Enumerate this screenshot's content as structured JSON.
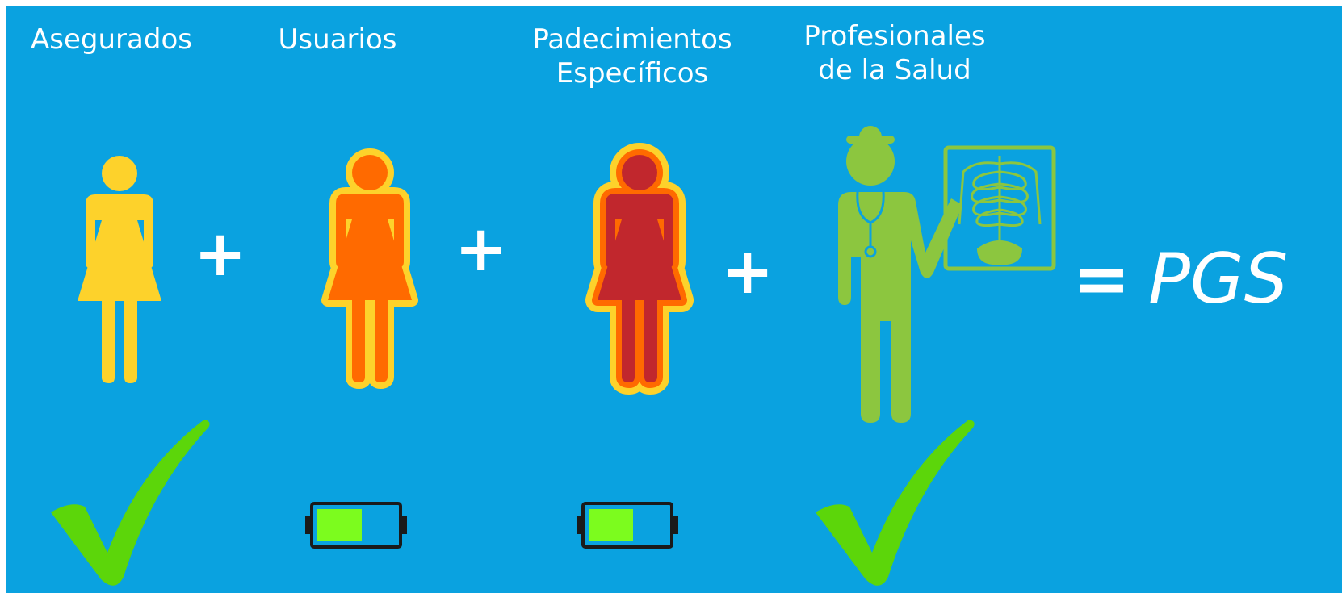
{
  "columns": [
    {
      "label_line1": "Asegurados",
      "label_line2": "",
      "status": "check"
    },
    {
      "label_line1": "Usuarios",
      "label_line2": "",
      "status": "battery-half"
    },
    {
      "label_line1": "Padecimientos",
      "label_line2": "Específicos",
      "status": "battery-half"
    },
    {
      "label_line1": "Profesionales",
      "label_line2": "de la Salud",
      "status": "check"
    }
  ],
  "operators": {
    "plus": "+",
    "equals": "="
  },
  "result": "PGS",
  "colors": {
    "background": "#0aa2e0",
    "yellow": "#fdd22b",
    "orange": "#ff6a00",
    "crimson": "#c1272d",
    "green_figure": "#8cc63f",
    "check_green": "#5cd60a",
    "battery_fill": "#7cfc1e",
    "battery_outline": "#1a1a1a",
    "text": "#ffffff"
  },
  "icons": [
    "woman-yellow-icon",
    "woman-orange-icon",
    "woman-crimson-icon",
    "doctor-xray-icon",
    "checkmark-icon",
    "battery-half-icon"
  ]
}
